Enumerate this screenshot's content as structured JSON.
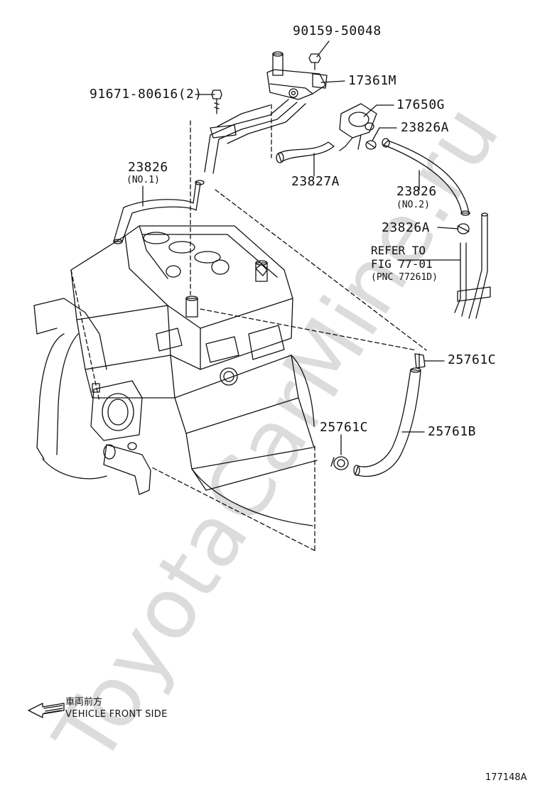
{
  "watermark": "ToyotaCarMine.ru",
  "parts": {
    "p90159": "90159-50048",
    "p17361M": "17361M",
    "p91671": "91671-80616(2)",
    "p17650G": "17650G",
    "p23826A_top": "23826A",
    "p23826_no1": "23826",
    "p23826_no1_sub": "(NO.1)",
    "p23827A": "23827A",
    "p23826_no2": "23826",
    "p23826_no2_sub": "(NO.2)",
    "p23826A_mid": "23826A",
    "p25761C_right": "25761C",
    "p25761C_left": "25761C",
    "p25761B": "25761B"
  },
  "reference": {
    "line1": "REFER TO",
    "line2": "FIG 77-01",
    "line3": "(PNC 77261D)"
  },
  "orientation": {
    "jp": "車両前方",
    "en": "VEHICLE FRONT SIDE",
    "arrow_icon": "left-arrow-icon"
  },
  "figure_id": "177148A"
}
